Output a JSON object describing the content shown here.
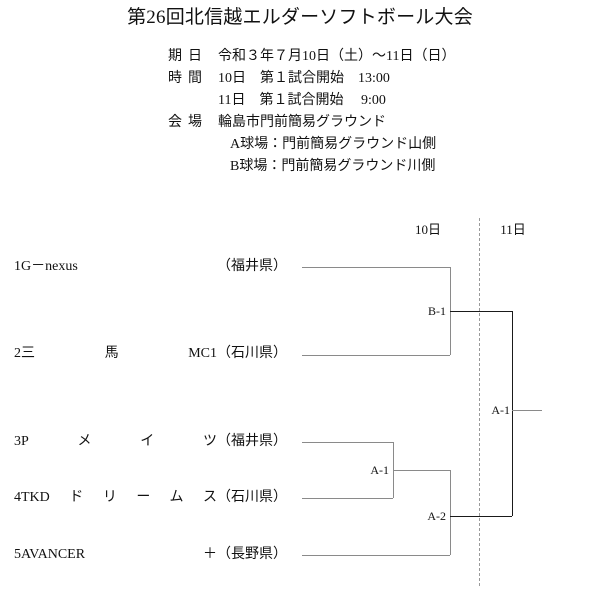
{
  "header": {
    "title": "第26回北信越エルダーソフトボール大会",
    "info": [
      {
        "label": "期日",
        "value": "令和３年７月10日（土）〜11日（日）",
        "indent": false
      },
      {
        "label": "時間",
        "value": "10日　第１試合開始　13:00",
        "indent": false
      },
      {
        "label": "",
        "value": "11日　第１試合開始　 9:00",
        "indent": false
      },
      {
        "label": "会場",
        "value": "輪島市門前簡易グラウンド",
        "indent": false
      },
      {
        "label": "",
        "value": "A球場：門前簡易グラウンド山側",
        "indent": true
      },
      {
        "label": "",
        "value": "B球場：門前簡易グラウンド川側",
        "indent": true
      }
    ]
  },
  "bracket": {
    "day_headers": [
      {
        "label": "10日"
      },
      {
        "label": "11日"
      }
    ],
    "teams": [
      {
        "seed": "1",
        "name": "G－nexus",
        "pref": "（福井県）"
      },
      {
        "seed": "2",
        "name": "三馬MC1",
        "pref": "（石川県）"
      },
      {
        "seed": "3",
        "name": "Pメイツ",
        "pref": "（福井県）"
      },
      {
        "seed": "4",
        "name": "TKDドリームス",
        "pref": "（石川県）"
      },
      {
        "seed": "5",
        "name": "AVANCER＋",
        "pref": "（長野県）"
      }
    ],
    "matches": [
      {
        "code": "B-1"
      },
      {
        "code": "A-1"
      },
      {
        "code": "A-2"
      },
      {
        "code": "A-1"
      }
    ]
  },
  "colors": {
    "line": "#8a8a8a",
    "line_dark": "#1a1a1a",
    "day_split": "#9a9a9a",
    "text": "#111111",
    "background": "#ffffff"
  }
}
